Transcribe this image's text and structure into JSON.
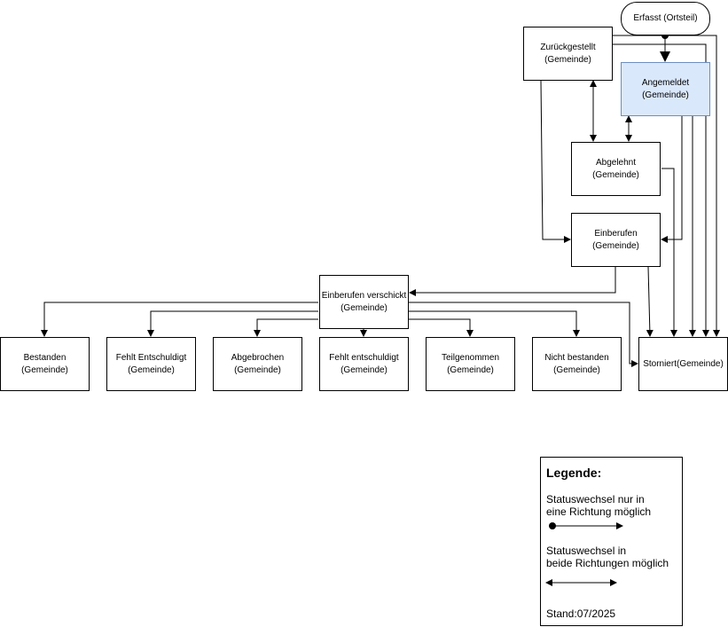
{
  "nodes": {
    "erfasst": "Erfasst (Ortsteil)",
    "zurueckgestellt": [
      "Zurückgestellt",
      "(Gemeinde)"
    ],
    "angemeldet": [
      "Angemeldet",
      "(Gemeinde)"
    ],
    "abgelehnt": [
      "Abgelehnt",
      "(Gemeinde)"
    ],
    "einberufen": [
      "Einberufen",
      "(Gemeinde)"
    ],
    "einberufen_verschickt": [
      "Einberufen verschickt",
      "(Gemeinde)"
    ],
    "bestanden": [
      "Bestanden",
      "(Gemeinde)"
    ],
    "fehlt_entschuldigt_1": [
      "Fehlt Entschuldigt",
      "(Gemeinde)"
    ],
    "abgebrochen": [
      "Abgebrochen",
      "(Gemeinde)"
    ],
    "fehlt_entschuldigt_2": [
      "Fehlt entschuldigt",
      "(Gemeinde)"
    ],
    "teilgenommen": [
      "Teilgenommen",
      "(Gemeinde)"
    ],
    "nicht_bestanden": [
      "Nicht bestanden",
      "(Gemeinde)"
    ],
    "storniert": [
      "Storniert",
      "(Gemeinde)"
    ]
  },
  "legend": {
    "title": "Legende:",
    "one_way": [
      "Statuswechsel nur in",
      "eine Richtung möglich"
    ],
    "two_way": [
      "Statuswechsel in",
      "beide Richtungen möglich"
    ],
    "stand": "Stand:07/2025"
  }
}
